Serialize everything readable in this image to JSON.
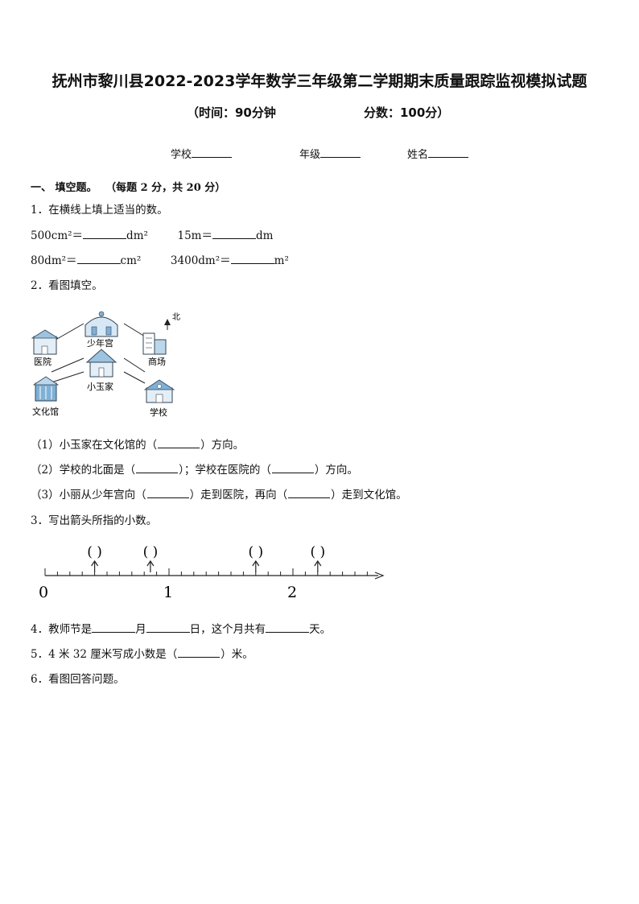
{
  "title": "抚州市黎川县2022-2023学年数学三年级第二学期期末质量跟踪监视模拟试题",
  "subtitle": {
    "time": "（时间：90分钟",
    "score": "分数：100分）"
  },
  "fields": {
    "school": "学校",
    "grade": "年级",
    "name": "姓名"
  },
  "section1": {
    "heading": "一、  填空题。",
    "note": "（每题 2 分，共 20  分）"
  },
  "q1": {
    "stem": "1．在横线上填上适当的数。",
    "a_left": "500cm²＝",
    "a_unit": "dm²",
    "b_left": "15m＝",
    "b_unit": "dm",
    "c_left": "80dm²＝",
    "c_unit": "cm²",
    "d_left": "3400dm²＝",
    "d_unit": "m²"
  },
  "q2": {
    "stem": "2．看图填空。",
    "map_labels": {
      "north": "北",
      "youth_palace": "少年宫",
      "hospital": "医院",
      "mall": "商场",
      "home": "小玉家",
      "culture_hall": "文化馆",
      "school": "学校"
    },
    "s1_a": "（1）小玉家在文化馆的（",
    "s1_b": "）方向。",
    "s2_a": "（2）学校的北面是（",
    "s2_b": "）；学校在医院的（",
    "s2_c": "）方向。",
    "s3_a": "（3）小丽从少年宫向（",
    "s3_b": "）走到医院，再向（",
    "s3_c": "）走到文化馆。"
  },
  "q3": {
    "stem": "3．写出箭头所指的小数。",
    "paren": "(   )",
    "ticks": [
      "0",
      "1",
      "2"
    ],
    "arrows": [
      0.4,
      0.85,
      1.7,
      2.2
    ]
  },
  "q4": {
    "a": "4．教师节是",
    "b": "月",
    "c": "日，这个月共有",
    "d": "天。"
  },
  "q5": {
    "a": "5．4 米 32 厘米写成小数是（",
    "b": "）米。"
  },
  "q6": {
    "stem": "6．看图回答问题。"
  }
}
